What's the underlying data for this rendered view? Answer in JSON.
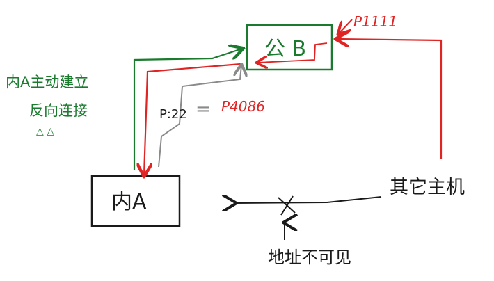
{
  "nodes": {
    "public_b": "公 B",
    "inner_a": "内A",
    "other_host": "其它主机"
  },
  "labels": {
    "p1111": "P1111",
    "p22": "P:22",
    "equals": "=",
    "p4086": "P4086",
    "note_line1": "内A主动建立",
    "note_line2": "反向连接",
    "note_marks": "△ △",
    "unreachable": "地址不可见"
  },
  "colors": {
    "green": "#1a7a2e",
    "red": "#e02424",
    "gray": "#8a8a8a",
    "black": "#1a1a1a"
  }
}
